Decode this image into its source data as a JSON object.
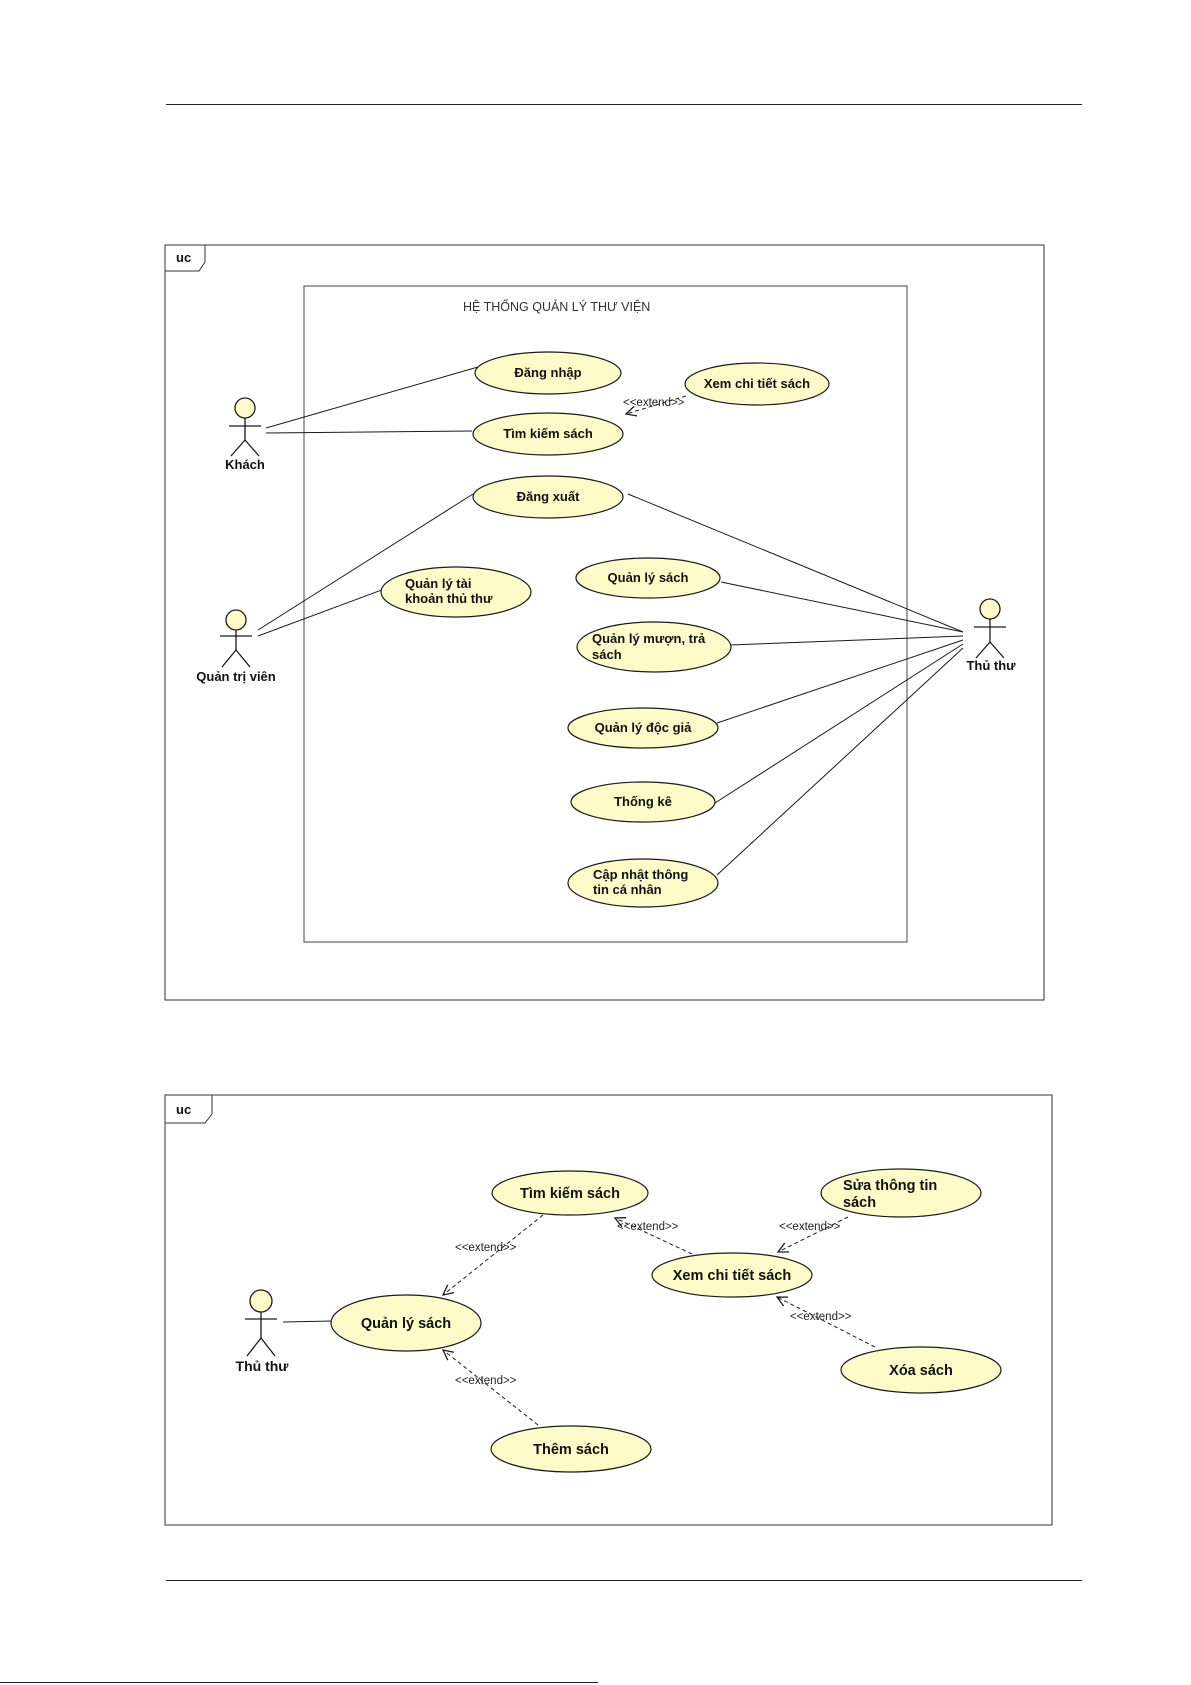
{
  "diagram1": {
    "frame_tag": "uc",
    "system_title": "HỆ THỐNG QUẢN LÝ THƯ VIỆN",
    "actors": {
      "khach": "Khách",
      "quan_tri_vien": "Quản trị viên",
      "thu_thu": "Thủ thư"
    },
    "usecases": {
      "dang_nhap": [
        "Đăng nhập"
      ],
      "xem_chi_tiet_sach": [
        "Xem chi tiết sách"
      ],
      "tim_kiem_sach": [
        "Tìm kiếm sách"
      ],
      "dang_xuat": [
        "Đăng xuất"
      ],
      "quan_ly_tai_khoan": [
        "Quản lý tài",
        "khoản thủ thư"
      ],
      "quan_ly_sach": [
        "Quản lý sách"
      ],
      "quan_ly_muon_tra": [
        "Quản lý mượn, trả",
        "sách"
      ],
      "quan_ly_doc_gia": [
        "Quản lý độc giả"
      ],
      "thong_ke": [
        "Thống kê"
      ],
      "cap_nhat_thong_tin": [
        "Cập nhật thông",
        "tin cá nhân"
      ]
    },
    "stereotype": "<<extend>>"
  },
  "diagram2": {
    "frame_tag": "uc",
    "actors": {
      "thu_thu": "Thủ thư"
    },
    "usecases": {
      "tim_kiem_sach": [
        "Tìm kiếm sách"
      ],
      "sua_thong_tin_sach": [
        "Sửa thông tin",
        "sách"
      ],
      "xem_chi_tiet_sach": [
        "Xem chi tiết sách"
      ],
      "quan_ly_sach": [
        "Quản lý sách"
      ],
      "xoa_sach": [
        "Xóa sách"
      ],
      "them_sach": [
        "Thêm sách"
      ]
    },
    "stereotype": "<<extend>>"
  },
  "colors": {
    "usecase_fill": "#fefbc8",
    "stroke": "#1a1a1a",
    "actor_head_fill": "#fefbc8"
  }
}
